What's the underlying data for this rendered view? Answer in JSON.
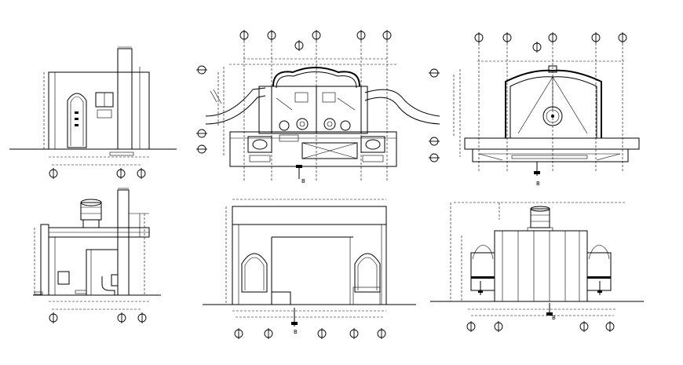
{
  "sheet": {
    "section_marks": [
      "B",
      "B",
      "B",
      "B"
    ]
  },
  "drawings": [
    {
      "view": "elevation-left-upper"
    },
    {
      "view": "floor-plan"
    },
    {
      "view": "elevation-arched-front"
    },
    {
      "view": "section-left-lower"
    },
    {
      "view": "elevation-arched-openings"
    },
    {
      "view": "elevation-tank"
    }
  ],
  "colors": {
    "line": "#000000",
    "background": "#ffffff"
  }
}
